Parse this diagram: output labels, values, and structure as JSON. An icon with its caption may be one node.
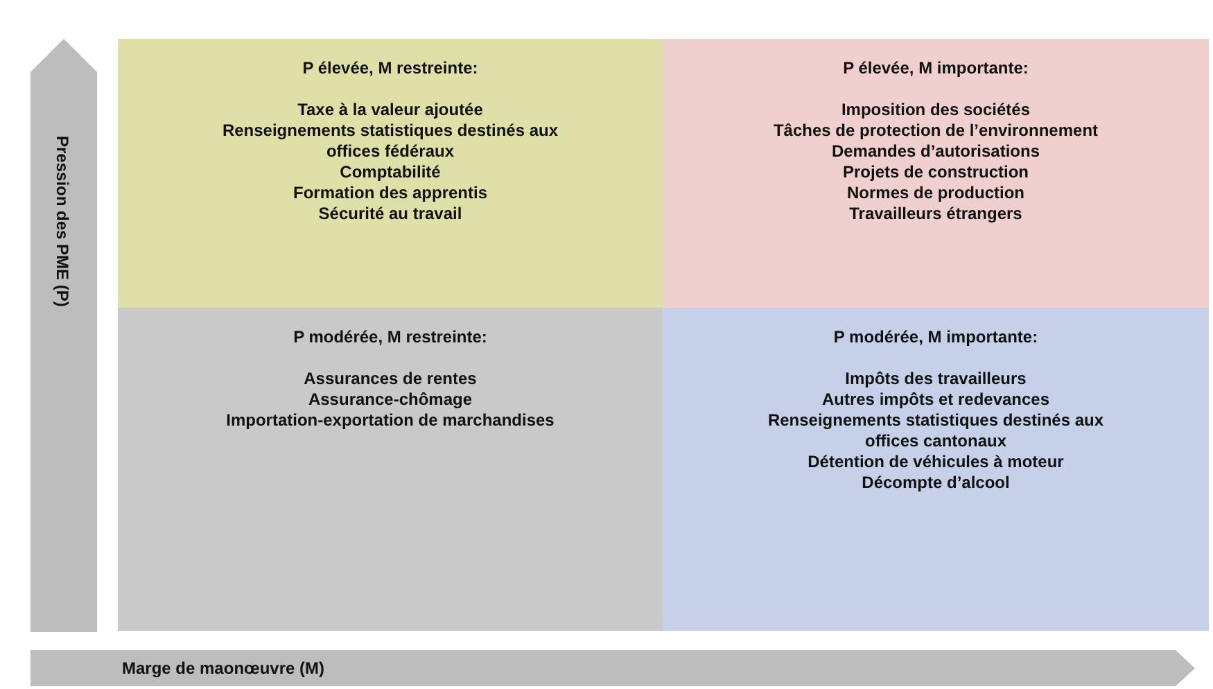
{
  "diagram": {
    "nodes": [
      {
        "text": [
          "P élevée, M restreinte:",
          "Taxe à la valeur ajoutée",
          "Renseignements statistiques destinés aux offices fédéraux",
          "Comptabilité",
          "Formation des apprentis",
          "Sécurité au travail"
        ]
      },
      {
        "text": [
          "P élevée, M importante:",
          "Imposition des sociétés",
          "Tâches de protection de l’environnement",
          "Demandes d’autorisations",
          "Projets de construction",
          "Normes de production",
          "Travailleurs étrangers"
        ]
      },
      {
        "text": [
          "P modérée, M restreinte:",
          "Assurances de rentes",
          "Assurance-chômage",
          "Importation-exportation de marchandises"
        ]
      },
      {
        "text": [
          "P modérée, M importante:",
          "Impôts des travailleurs",
          "Autres impôts et redevances",
          "Renseignements statistiques destinés aux offices cantonaux",
          "Détention de véhicules à moteur",
          "Décompte d’alcool"
        ]
      },
      {
        "text": [
          "Pression des PME (P)"
        ]
      },
      {
        "text": [
          "Marge de maonœuvre (M)"
        ]
      }
    ],
    "edges": []
  }
}
